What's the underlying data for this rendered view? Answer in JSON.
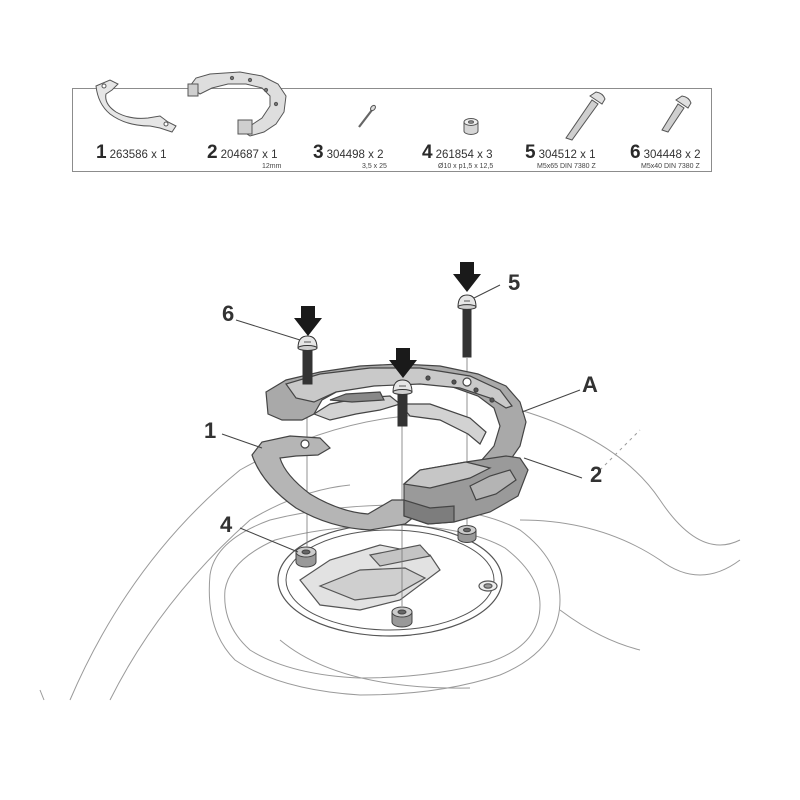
{
  "parts": [
    {
      "number": "1",
      "code": "263586 x 1",
      "spec": ""
    },
    {
      "number": "2",
      "code": "204687 x 1",
      "spec": "12mm"
    },
    {
      "number": "3",
      "code": "304498 x 2",
      "spec": "3,5 x 25"
    },
    {
      "number": "4",
      "code": "261854 x 3",
      "spec": "Ø10 x p1,5 x 12,5"
    },
    {
      "number": "5",
      "code": "304512 x 1",
      "spec": "M5x65 DIN 7380 Z"
    },
    {
      "number": "6",
      "code": "304448 x 2",
      "spec": "M5x40 DIN 7380 Z"
    }
  ],
  "callouts": {
    "c1": "1",
    "c2": "2",
    "c4": "4",
    "c5": "5",
    "c6": "6",
    "cA": "A"
  },
  "colors": {
    "line": "#555555",
    "light_line": "#9a9a9a",
    "part_fill": "#d9d9d9",
    "part_dark": "#8a8a8a",
    "arrow": "#1a1a1a"
  }
}
